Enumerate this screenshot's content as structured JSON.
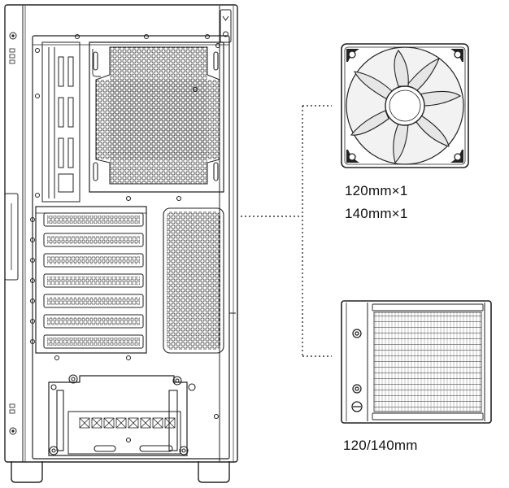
{
  "labels": {
    "fan_line1": "120mm×1",
    "fan_line2": "140mm×1",
    "radiator": "120/140mm"
  },
  "colors": {
    "stroke": "#222222",
    "fan_fill": "#f2f2f2",
    "leader": "#333333"
  },
  "icons": {
    "fan": "fan-icon",
    "radiator": "radiator-icon"
  }
}
